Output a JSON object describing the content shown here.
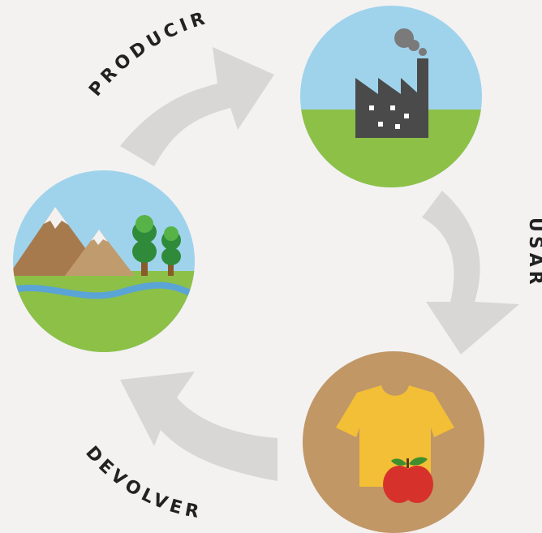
{
  "diagram": {
    "stages": {
      "nature": {
        "icon": "mountains-trees-river-icon"
      },
      "factory": {
        "icon": "factory-icon"
      },
      "products": {
        "icon": "tshirt-apple-icon"
      }
    },
    "labels": {
      "produce": "PRODUCIR",
      "use": "USAR",
      "return": "DEVOLVER"
    },
    "colors": {
      "background": "#f3f2f1",
      "arrow": "#d8d7d6",
      "sky": "#9fd3ec",
      "grass": "#8dc047",
      "factory": "#4a4a4a",
      "product_bg": "#c19766",
      "shirt": "#f2bf36",
      "apple": "#d6322b"
    }
  }
}
